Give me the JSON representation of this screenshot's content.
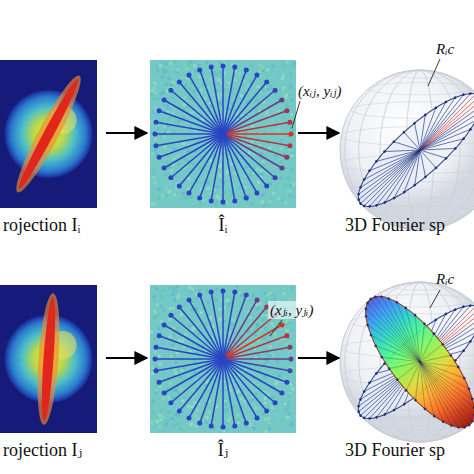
{
  "diagram": {
    "nodes": [
      {
        "text": [
          "rojection Iᵢ"
        ]
      },
      {
        "text": [
          "Îᵢ"
        ]
      },
      {
        "text": [
          "3D Fourier sp"
        ]
      },
      {
        "text": [
          "rojection Iⱼ"
        ]
      },
      {
        "text": [
          "Îⱼ"
        ]
      },
      {
        "text": [
          "3D Fourier sp"
        ]
      }
    ],
    "edges": [
      {
        "from": 0,
        "to": 1,
        "arrow": "to"
      },
      {
        "from": 1,
        "to": 2,
        "arrow": "to"
      },
      {
        "from": 3,
        "to": 4,
        "arrow": "to"
      },
      {
        "from": 4,
        "to": 5,
        "arrow": "to"
      }
    ],
    "labels": [
      "(xᵢⱼ, yᵢⱼ)",
      "Rᵢc",
      "(xⱼᵢ, yⱼᵢ)",
      "Rᵢc"
    ]
  }
}
